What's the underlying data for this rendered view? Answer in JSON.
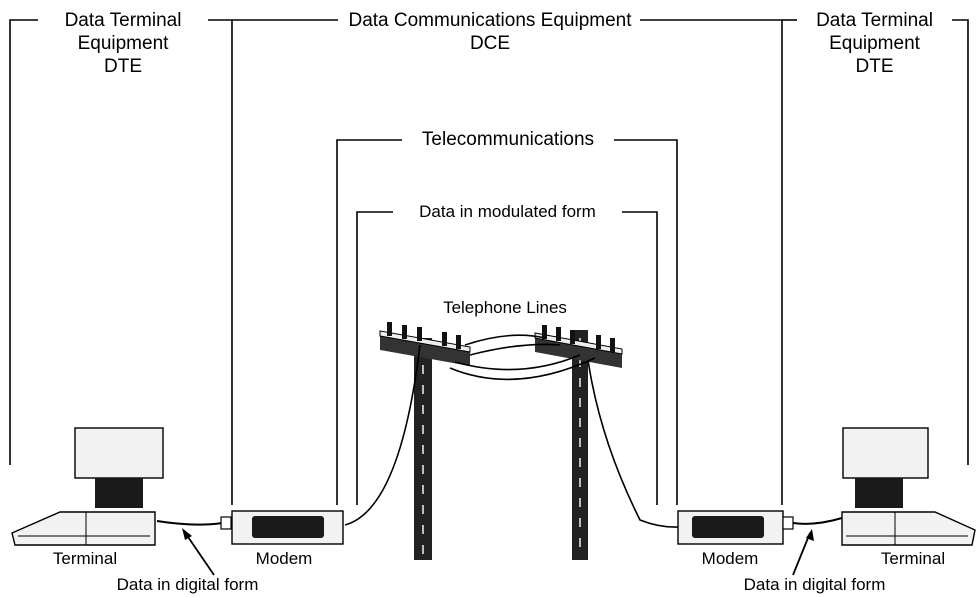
{
  "labels": {
    "dte_left": [
      "Data Terminal",
      "Equipment",
      "DTE"
    ],
    "dce": [
      "Data Communications Equipment",
      "DCE"
    ],
    "dte_right": [
      "Data Terminal",
      "Equipment",
      "DTE"
    ],
    "telecommunications": "Telecommunications",
    "modulated": "Data in modulated form",
    "telephone_lines": "Telephone Lines",
    "terminal_left": "Terminal",
    "modem_left": "Modem",
    "modem_right": "Modem",
    "terminal_right": "Terminal",
    "digital_left": "Data in digital form",
    "digital_right": "Data in digital form"
  }
}
